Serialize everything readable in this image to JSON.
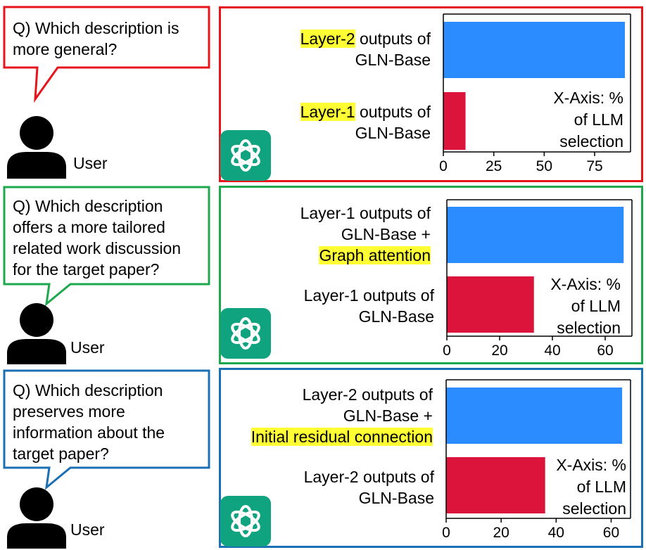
{
  "colors": {
    "row1_border": "#e8141c",
    "row2_border": "#1ea84e",
    "row3_border": "#1b6fb5",
    "bar_blue": "#2b8cff",
    "bar_red": "#dc143c",
    "highlight": "#ffff33",
    "gpt_green": "#10a37f"
  },
  "user_label": "User",
  "panels": [
    {
      "question": "Q) Which description is\nmore general?",
      "bars": [
        {
          "pre": "",
          "hl": "Layer-2",
          "post": " outputs of",
          "line2": "GLN-Base",
          "line3": ""
        },
        {
          "pre": "",
          "hl": "Layer-1",
          "post": " outputs of",
          "line2": "GLN-Base",
          "line3": ""
        }
      ],
      "axis_note": "X-Axis: %\nof LLM\nselection"
    },
    {
      "question": "Q) Which description\noffers a more tailored\nrelated work discussion\nfor the target paper?",
      "bars": [
        {
          "pre": "Layer-1 outputs of",
          "hl": "",
          "post": "",
          "line2": "GLN-Base +",
          "line3": "Graph attention"
        },
        {
          "pre": "Layer-1 outputs of",
          "hl": "",
          "post": "",
          "line2": "GLN-Base",
          "line3": ""
        }
      ],
      "axis_note": "X-Axis: %\nof LLM\nselection"
    },
    {
      "question": "Q) Which description\npreserves more\ninformation about the\ntarget paper?",
      "bars": [
        {
          "pre": "Layer-2 outputs of",
          "hl": "",
          "post": "",
          "line2": "GLN-Base +",
          "line3": "Initial residual connection"
        },
        {
          "pre": "Layer-2 outputs of",
          "hl": "",
          "post": "",
          "line2": "GLN-Base",
          "line3": ""
        }
      ],
      "axis_note": "X-Axis: %\nof LLM\nselection"
    }
  ],
  "chart_data": [
    {
      "type": "bar",
      "orientation": "horizontal",
      "categories": [
        "Layer-2 outputs of GLN-Base",
        "Layer-1 outputs of GLN-Base"
      ],
      "values": [
        90,
        11
      ],
      "xlim": [
        0,
        90
      ],
      "xticks": [
        0,
        25,
        50,
        75
      ],
      "xlabel": "X-Axis: % of LLM selection"
    },
    {
      "type": "bar",
      "orientation": "horizontal",
      "categories": [
        "Layer-1 outputs of GLN-Base + Graph attention",
        "Layer-1 outputs of GLN-Base"
      ],
      "values": [
        67,
        33
      ],
      "xlim": [
        0,
        68
      ],
      "xticks": [
        0,
        20,
        40,
        60
      ],
      "xlabel": "X-Axis: % of LLM selection"
    },
    {
      "type": "bar",
      "orientation": "horizontal",
      "categories": [
        "Layer-2 outputs of GLN-Base + Initial residual connection",
        "Layer-2 outputs of GLN-Base"
      ],
      "values": [
        64,
        36
      ],
      "xlim": [
        0,
        65
      ],
      "xticks": [
        0,
        20,
        40,
        60
      ],
      "xlabel": "X-Axis: % of LLM selection"
    }
  ]
}
